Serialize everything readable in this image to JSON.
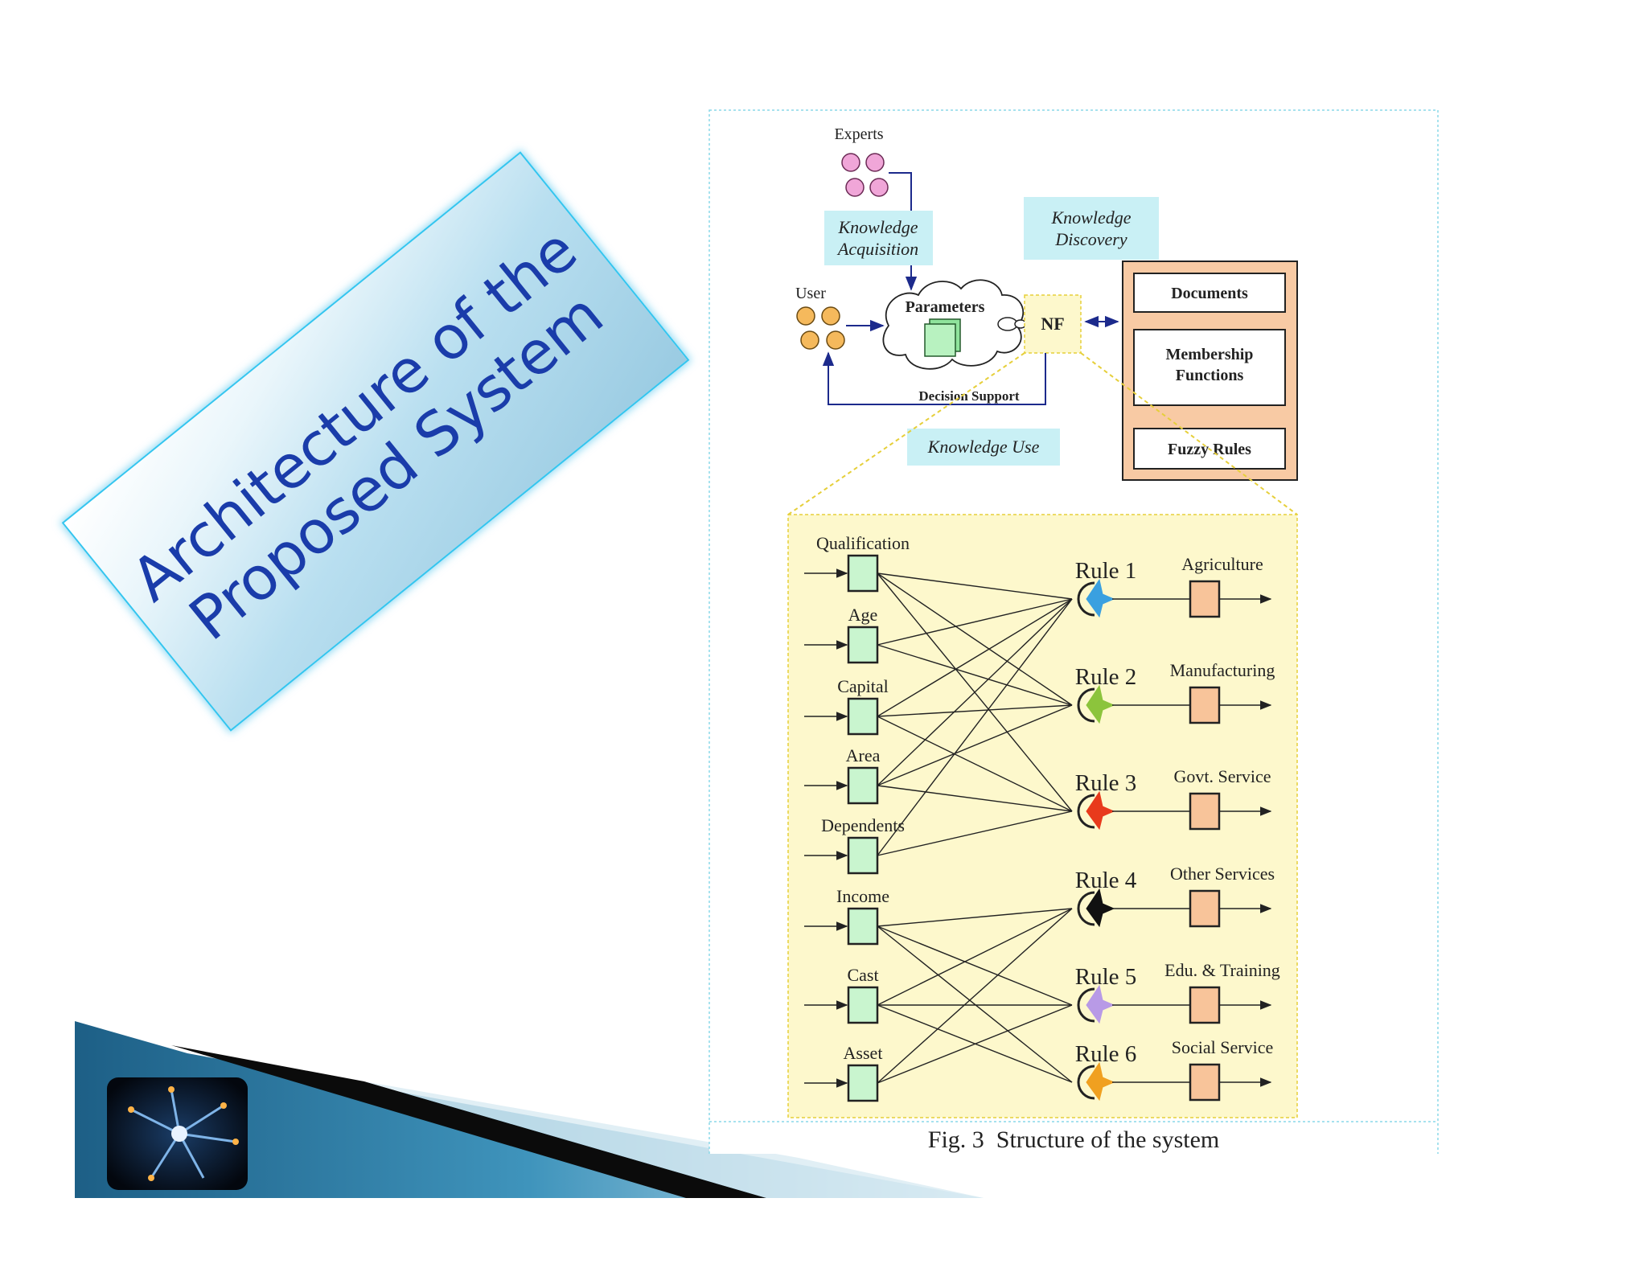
{
  "slide": {
    "title_line1": "Architecture of the",
    "title_line2": "Proposed System"
  },
  "figure": {
    "top": {
      "experts": "Experts",
      "user": "User",
      "knowledge_acquisition_1": "Knowledge",
      "knowledge_acquisition_2": "Acquisition",
      "knowledge_discovery_1": "Knowledge",
      "knowledge_discovery_2": "Discovery",
      "knowledge_use": "Knowledge Use",
      "parameters": "Parameters",
      "nf": "NF",
      "decision_support": "Decision Support"
    },
    "kb": {
      "documents": "Documents",
      "membership_1": "Membership",
      "membership_2": "Functions",
      "fuzzy_rules": "Fuzzy Rules"
    },
    "network": {
      "inputs": [
        {
          "label": "Qualification"
        },
        {
          "label": "Age"
        },
        {
          "label": "Capital"
        },
        {
          "label": "Area"
        },
        {
          "label": "Dependents"
        },
        {
          "label": "Income"
        },
        {
          "label": "Cast"
        },
        {
          "label": "Asset"
        }
      ],
      "rules": [
        {
          "label": "Rule 1",
          "color": "#3aa0e0"
        },
        {
          "label": "Rule 2",
          "color": "#8cc43c"
        },
        {
          "label": "Rule 3",
          "color": "#e83a1c"
        },
        {
          "label": "Rule 4",
          "color": "#111111"
        },
        {
          "label": "Rule 5",
          "color": "#b89ae6"
        },
        {
          "label": "Rule 6",
          "color": "#f0a020"
        }
      ],
      "outputs": [
        {
          "label": "Agriculture"
        },
        {
          "label": "Manufacturing"
        },
        {
          "label": "Govt. Service"
        },
        {
          "label": "Other Services"
        },
        {
          "label": "Edu. & Training"
        },
        {
          "label": "Social Service"
        }
      ]
    },
    "caption": "Fig. 3  Structure of the system",
    "colors": {
      "input_node": "#c9f5cf",
      "output_node": "#f8c49a",
      "kb_fill": "#f8caa4",
      "network_bg": "#fdf8cc",
      "label_bg": "#c9f0f5"
    }
  }
}
